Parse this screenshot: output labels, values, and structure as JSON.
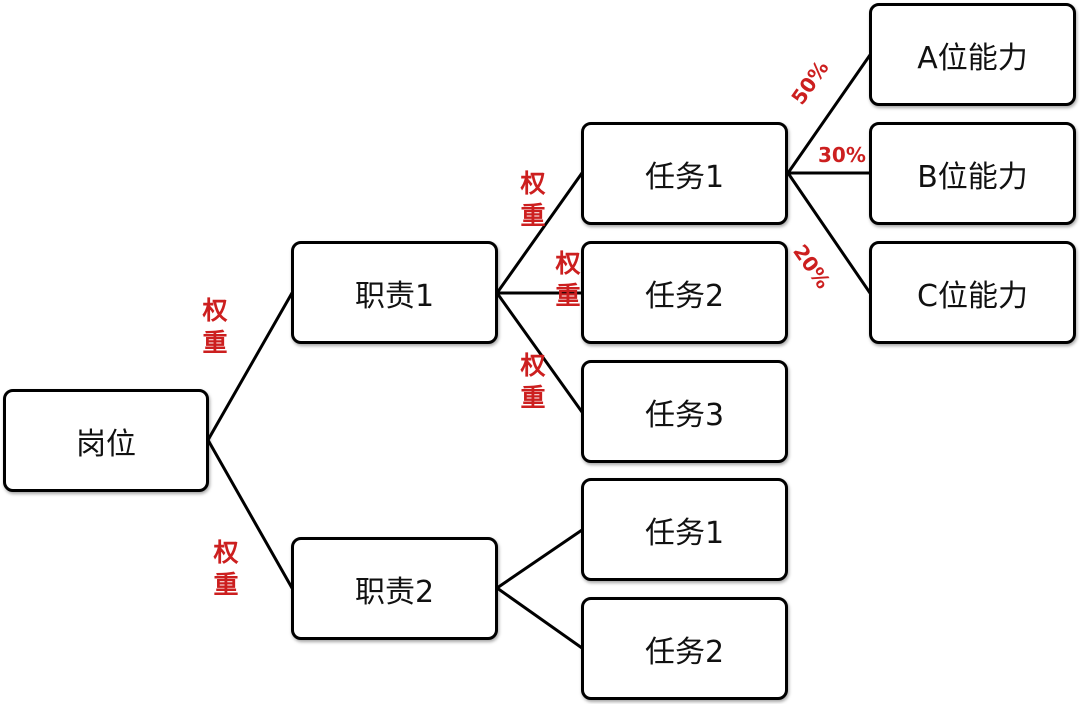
{
  "diagram": {
    "root": {
      "label": "岗位"
    },
    "duties": [
      {
        "label": "职责1"
      },
      {
        "label": "职责2"
      }
    ],
    "tasks": [
      {
        "label": "任务1"
      },
      {
        "label": "任务2"
      },
      {
        "label": "任务3"
      },
      {
        "label": "任务1"
      },
      {
        "label": "任务2"
      }
    ],
    "abilities": [
      {
        "label": "A位能力",
        "percent": "50%"
      },
      {
        "label": "B位能力",
        "percent": "30%"
      },
      {
        "label": "C位能力",
        "percent": "20%"
      }
    ],
    "weight_text": "权重",
    "colors": {
      "line": "#000000",
      "accent": "#cc1f1f"
    }
  }
}
